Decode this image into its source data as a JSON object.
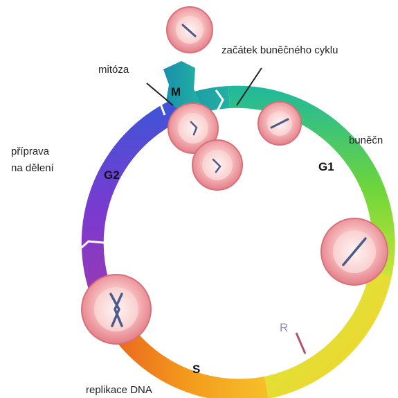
{
  "labels": {
    "start": "začátek buněčného cyklu",
    "mitosis": "mitóza",
    "growth": "buněčn",
    "prep_line1": "příprava",
    "prep_line2": "na dělení",
    "replication": "replikace DNA"
  },
  "phases": {
    "m": "M",
    "g1": "G1",
    "g2": "G2",
    "s": "S",
    "r": "R"
  },
  "colors": {
    "cell_fill": "#f2a3a6",
    "cell_rim": "#d8707a",
    "chromosome": "#4a5a8a",
    "restriction_mark": "#b0566a"
  }
}
